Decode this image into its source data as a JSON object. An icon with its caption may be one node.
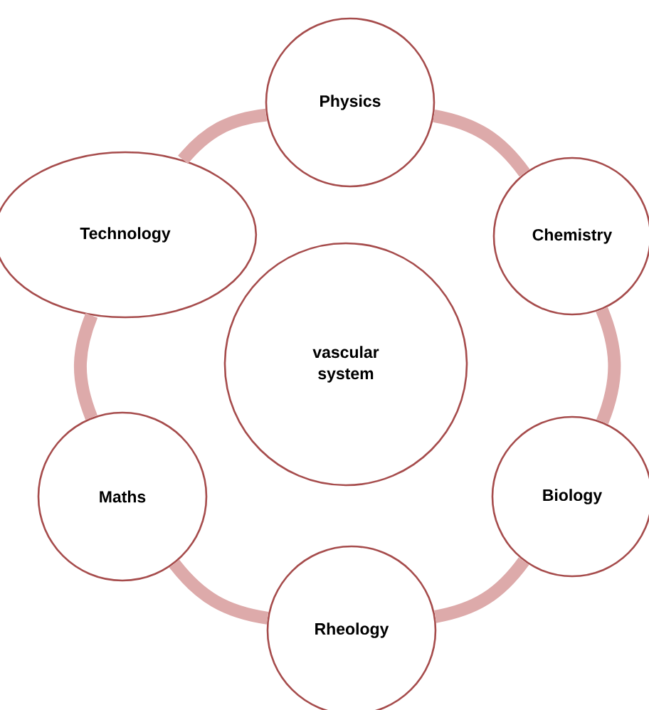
{
  "diagram": {
    "nodes": [
      {
        "text": [
          "Physics"
        ]
      },
      {
        "text": [
          "Technology"
        ]
      },
      {
        "text": [
          "Chemistry"
        ]
      },
      {
        "text": [
          "vascular system"
        ]
      },
      {
        "text": [
          "Maths"
        ]
      },
      {
        "text": [
          "Biology"
        ]
      },
      {
        "text": [
          "Rheology"
        ]
      }
    ],
    "edges": [
      {
        "from": 0,
        "to": 2,
        "arrow": "none"
      },
      {
        "from": 2,
        "to": 5,
        "arrow": "none"
      },
      {
        "from": 5,
        "to": 6,
        "arrow": "none"
      },
      {
        "from": 6,
        "to": 4,
        "arrow": "none"
      },
      {
        "from": 4,
        "to": 1,
        "arrow": "none"
      },
      {
        "from": 1,
        "to": 0,
        "arrow": "none"
      }
    ]
  }
}
